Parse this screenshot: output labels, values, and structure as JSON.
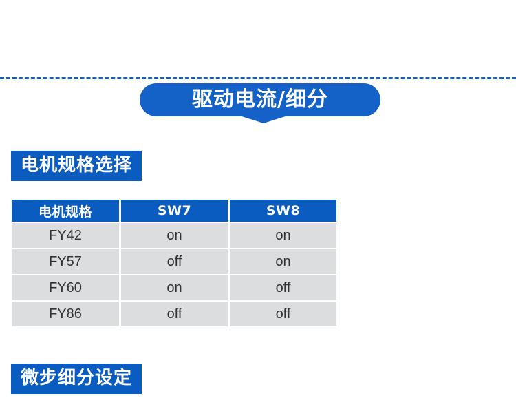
{
  "banner": {
    "title": "驱动电流/细分"
  },
  "sections": {
    "motor_spec_heading": "电机规格选择",
    "microstep_heading": "微步细分设定"
  },
  "spec_table": {
    "columns": [
      "电机规格",
      "SW7",
      "SW8"
    ],
    "rows": [
      {
        "spec": "FY42",
        "sw7": "on",
        "sw8": "on"
      },
      {
        "spec": "FY57",
        "sw7": "off",
        "sw8": "on"
      },
      {
        "spec": "FY60",
        "sw7": "on",
        "sw8": "off"
      },
      {
        "spec": "FY86",
        "sw7": "off",
        "sw8": "off"
      }
    ]
  },
  "colors": {
    "banner_blue": "#1461c8",
    "heading_blue": "#0b5cc0",
    "row_gray": "#dcdddf",
    "dash_blue": "#1c5fc0",
    "text_dark": "#333333",
    "background": "#ffffff"
  }
}
